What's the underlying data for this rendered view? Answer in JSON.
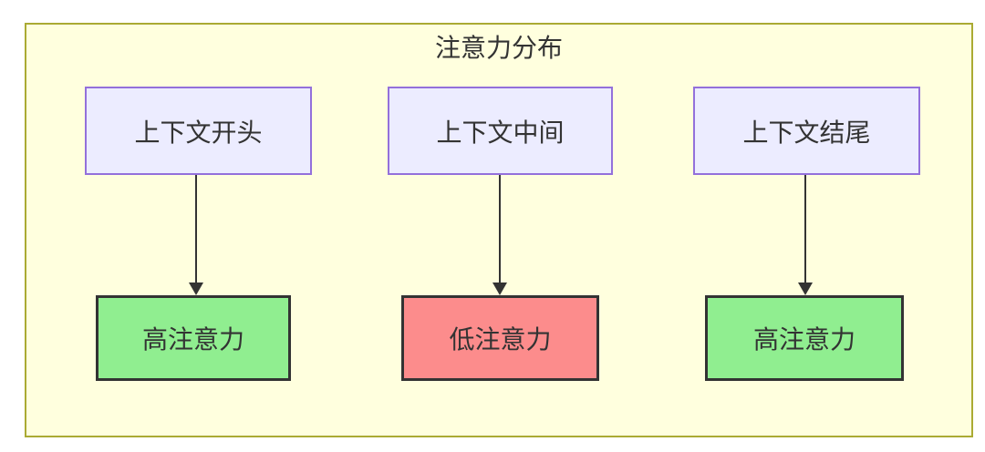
{
  "diagram": {
    "title": "注意力分布",
    "source_nodes": [
      {
        "label": "上下文开头"
      },
      {
        "label": "上下文中间"
      },
      {
        "label": "上下文结尾"
      }
    ],
    "target_nodes": [
      {
        "label": "高注意力",
        "level": "high"
      },
      {
        "label": "低注意力",
        "level": "low"
      },
      {
        "label": "高注意力",
        "level": "high"
      }
    ],
    "edges": [
      {
        "from": "上下文开头",
        "to": "高注意力"
      },
      {
        "from": "上下文中间",
        "to": "低注意力"
      },
      {
        "from": "上下文结尾",
        "to": "高注意力"
      }
    ]
  },
  "colors": {
    "canvas_background": "#ffffff",
    "container_fill": "#ffffde",
    "container_border": "#aaaa33",
    "source_node_fill": "#ececff",
    "source_node_border": "#9370db",
    "high_attention_fill": "#90ee90",
    "low_attention_fill": "#fc8c8c",
    "target_node_border": "#333333",
    "edge": "#333333",
    "text": "#333333"
  }
}
